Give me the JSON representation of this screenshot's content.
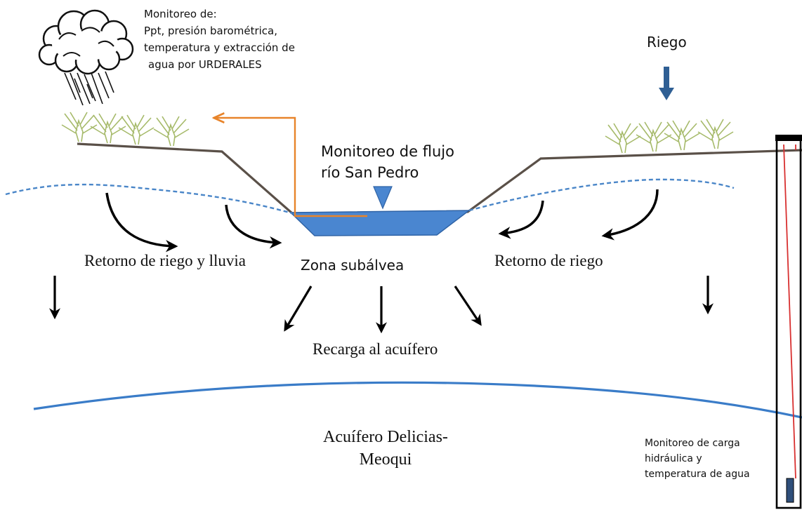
{
  "labels": {
    "weather_monitoring": [
      "Monitoreo de:",
      "Ppt,  presión barométrica,",
      "temperatura y  extracción de",
      "agua por URDERALES"
    ],
    "irrigation": "Riego",
    "flow_monitoring": [
      "Monitoreo de flujo",
      "río San Pedro"
    ],
    "return_irrigation_rain": "Retorno de riego y lluvia",
    "subalvea_zone": "Zona subálvea",
    "return_irrigation": "Retorno de riego",
    "aquifer_recharge": "Recarga al acuífero",
    "aquifer_name": [
      "Acuífero Delicias-",
      "Meoqui"
    ],
    "well_monitoring": [
      "Monitoreo de carga",
      "hidráulica y",
      "temperatura de agua"
    ]
  },
  "icons": {
    "weather": "rain-cloud-icon",
    "crops": "plant-icon",
    "stream_gauge": "inverted-triangle-icon",
    "irrigation_arrow": "down-arrow-icon",
    "well": "monitoring-well-icon"
  },
  "colors": {
    "ground_surface": "#5a5048",
    "water_table": "#4a86c8",
    "river_water": "#4a86d0",
    "aquifer_boundary": "#3a7cc8",
    "extraction_line": "#e8842a",
    "irrigation_arrow": "#2f5f94",
    "plants": "#a6ba6a",
    "well_sensor_line": "#d83030",
    "flow_arrows": "#000000"
  }
}
